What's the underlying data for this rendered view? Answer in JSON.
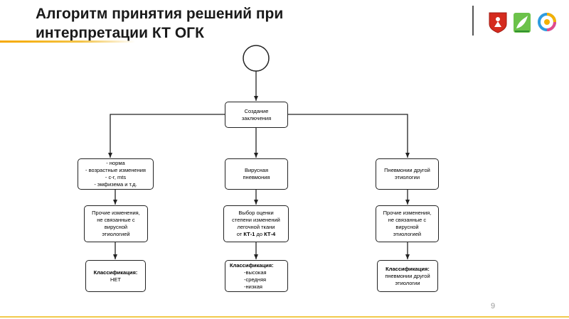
{
  "slide": {
    "title_line1": "Алгоритм принятия решений при",
    "title_line2": "интерпретации КТ ОГК",
    "page_number": "9"
  },
  "logos": [
    "moscow-coat-of-arms-icon",
    "green-emblem-icon",
    "ring-logo-icon"
  ],
  "diagram": {
    "create": [
      "Создание",
      "заключения"
    ],
    "left1": [
      "- норма",
      "- возрастные изменения",
      "- c-r, mts",
      "- эмфизема и т.д."
    ],
    "left2": [
      "Прочие изменения,",
      "не связанные с",
      "вирусной",
      "этиологией"
    ],
    "left3_bold": "Классификация:",
    "left3": "НЕТ",
    "mid1": [
      "Вирусная",
      "пневмония"
    ],
    "mid2": [
      "Выбор оценки",
      "степени изменений",
      "легочной ткани"
    ],
    "mid2_from": "от",
    "mid2_kt1": "КТ-1",
    "mid2_to": "до",
    "mid2_kt4": "КТ-4",
    "mid3_bold": "Классификация:",
    "mid3": [
      "-высокая",
      "-средняя",
      "-низкая"
    ],
    "right1": [
      "Пневмонии другой",
      "этиологии"
    ],
    "right2": [
      "Прочие изменения,",
      "не связанные с",
      "вирусной",
      "этиологией"
    ],
    "right3_bold": "Классификация:",
    "right3": [
      "пневмонии другой",
      "этиологии"
    ]
  }
}
